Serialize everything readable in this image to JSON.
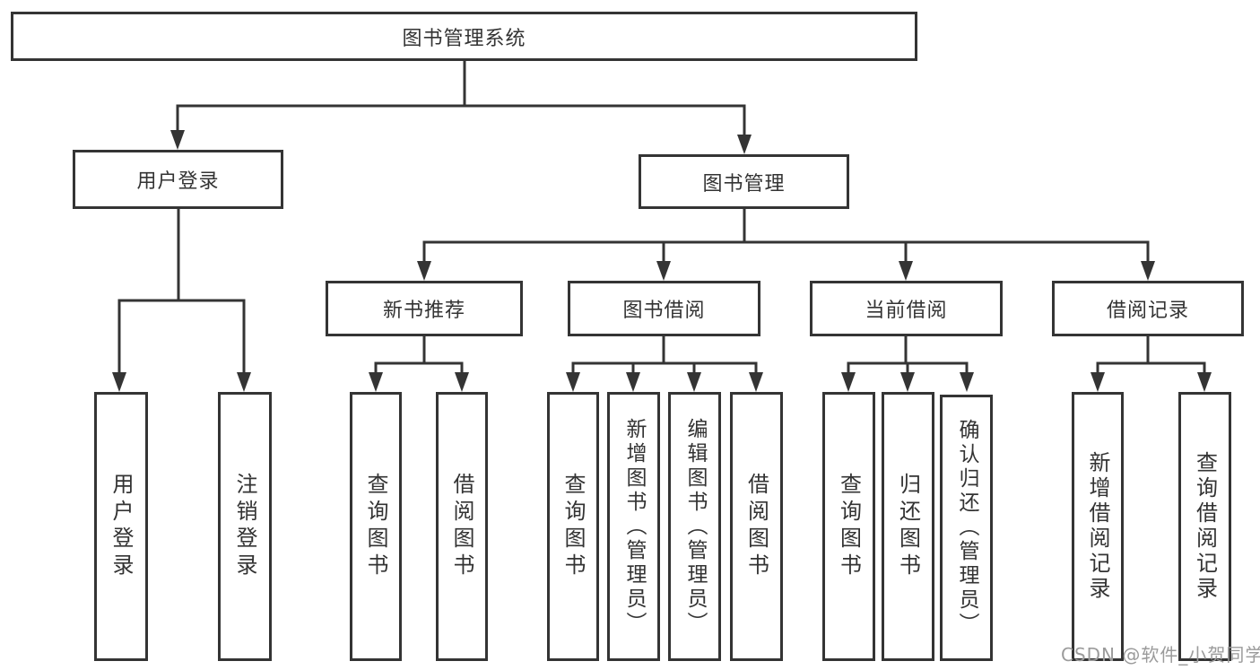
{
  "nodes": {
    "root": "图书管理系统",
    "level2": {
      "user_login": "用户登录",
      "book_management": "图书管理"
    },
    "level3": {
      "new_book_recommend": "新书推荐",
      "book_borrow": "图书借阅",
      "current_borrow": "当前借阅",
      "borrow_records": "借阅记录"
    },
    "leaves": {
      "user_login": "用户登录",
      "logout": "注销登录",
      "nbr_query": "查询图书",
      "nbr_borrow": "借阅图书",
      "bb_query": "查询图书",
      "bb_add": "新增图书（管理员）",
      "bb_edit": "编辑图书（管理员）",
      "bb_borrow": "借阅图书",
      "cb_query": "查询图书",
      "cb_return": "归还图书",
      "cb_confirm": "确认归还（管理员）",
      "br_add": "新增借阅记录",
      "br_query": "查询借阅记录"
    }
  },
  "watermark": "CSDN @软件_小贺同学",
  "colors": {
    "line": "#343434",
    "text": "#333333",
    "watermark": "#9b9b9b",
    "background": "#ffffff"
  }
}
